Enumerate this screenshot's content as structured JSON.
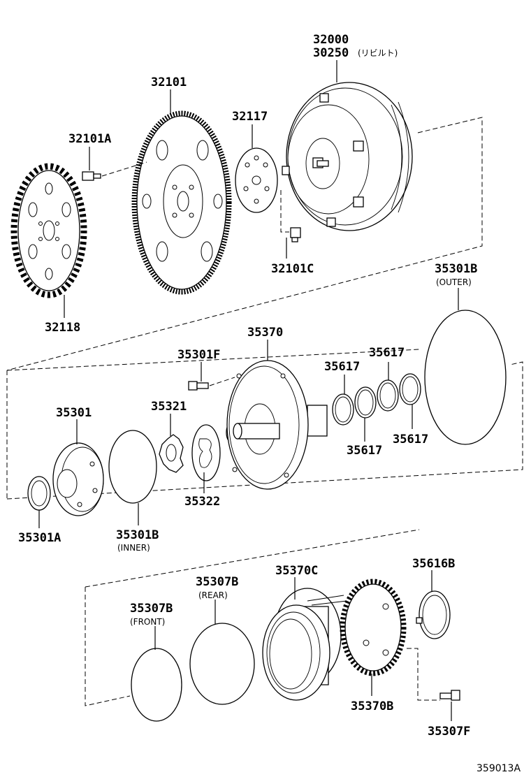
{
  "diagram_code": "359013A",
  "labels": {
    "p32000": "32000",
    "p30250": "30250",
    "p30250_note": "(リビルト)",
    "p32101": "32101",
    "p32101A": "32101A",
    "p32117": "32117",
    "p32101C": "32101C",
    "p32118": "32118",
    "p35301B_outer": "35301B",
    "p35301B_outer_note": "(OUTER)",
    "p35370": "35370",
    "p35301F": "35301F",
    "p35617_a": "35617",
    "p35617_b": "35617",
    "p35617_c": "35617",
    "p35617_d": "35617",
    "p35301": "35301",
    "p35321": "35321",
    "p35322": "35322",
    "p35301A": "35301A",
    "p35301B_inner": "35301B",
    "p35301B_inner_note": "(INNER)",
    "p35616B": "35616B",
    "p35370C": "35370C",
    "p35307B_rear": "35307B",
    "p35307B_rear_note": "(REAR)",
    "p35307B_front": "35307B",
    "p35307B_front_note": "(FRONT)",
    "p35370B": "35370B",
    "p35307F": "35307F"
  }
}
